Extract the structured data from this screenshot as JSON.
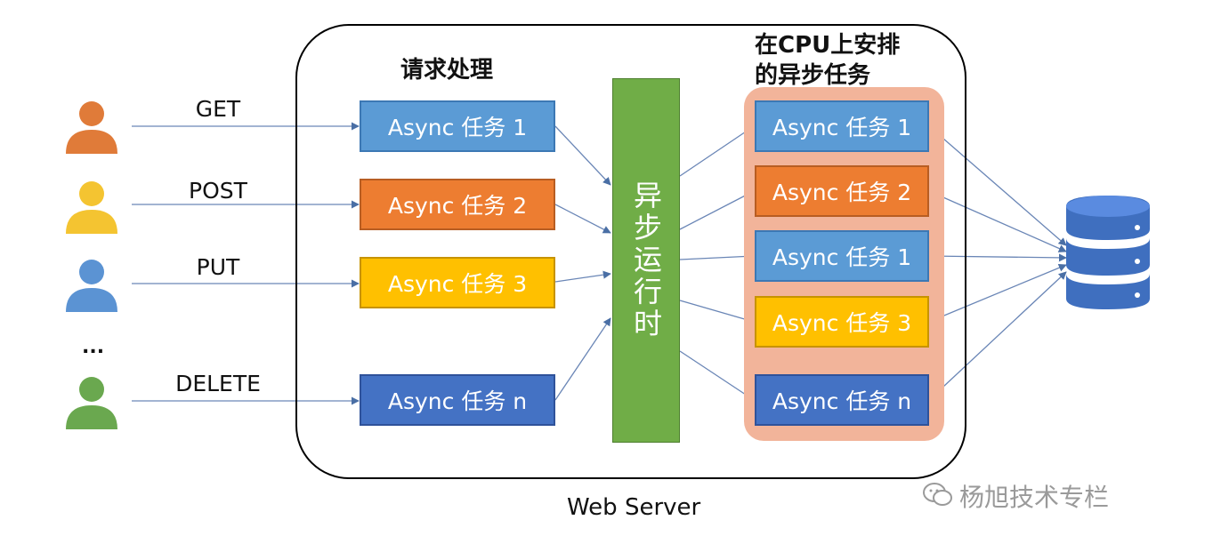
{
  "clients": [
    {
      "method": "GET",
      "color": "#e07b39"
    },
    {
      "method": "POST",
      "color": "#f4c431"
    },
    {
      "method": "PUT",
      "color": "#5b93d3"
    },
    {
      "method": "DELETE",
      "color": "#6aa84f"
    }
  ],
  "ellipsis": "...",
  "request_handling": {
    "title": "请求处理",
    "tasks": [
      "Async 任务 1",
      "Async 任务 2",
      "Async 任务 3",
      "Async 任务 n"
    ]
  },
  "runtime": {
    "label": "异步运行时"
  },
  "scheduling": {
    "title_line1": "在CPU上安排",
    "title_line2": "的异步任务",
    "tasks": [
      "Async 任务 1",
      "Async 任务 2",
      "Async 任务 1",
      "Async 任务 3",
      "Async 任务 n"
    ]
  },
  "server_label": "Web Server",
  "watermark": "杨旭技术专栏"
}
